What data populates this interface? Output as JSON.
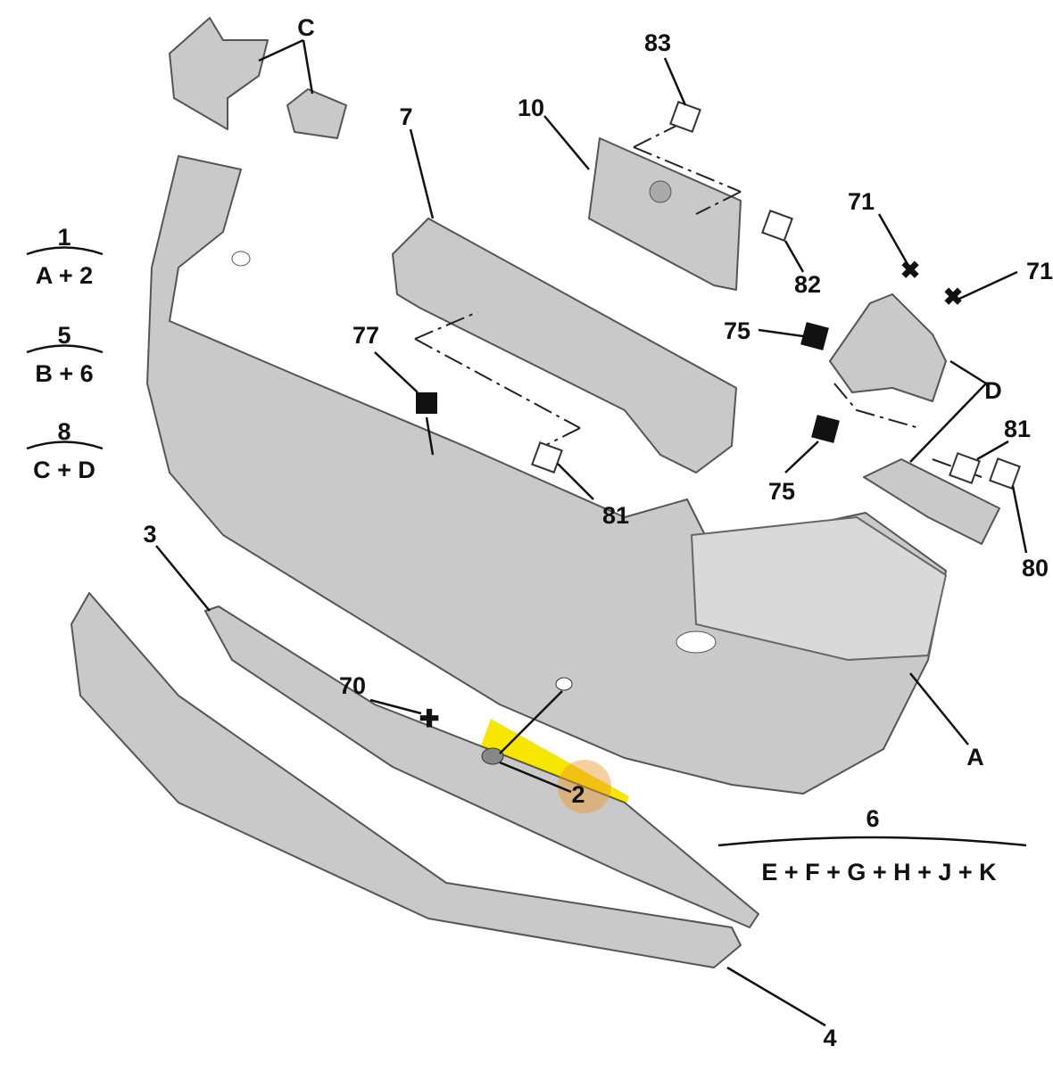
{
  "diagram": {
    "title": "Rear bumper exploded parts diagram",
    "highlight_color": "#f7e600",
    "labels": {
      "c": "C",
      "p83": "83",
      "p10": "10",
      "p7": "7",
      "p77": "77",
      "p75a": "75",
      "p75b": "75",
      "p71a": "71",
      "p71b": "71",
      "p82": "82",
      "d": "D",
      "p81a": "81",
      "p81b": "81",
      "p80": "80",
      "p3": "3",
      "p70": "70",
      "p2": "2",
      "a": "A",
      "p4": "4"
    },
    "assemblies": [
      {
        "top": "1",
        "bottom": "A + 2"
      },
      {
        "top": "5",
        "bottom": "B + 6"
      },
      {
        "top": "8",
        "bottom": "C + D"
      },
      {
        "top": "6",
        "bottom": "E + F + G + H + J + K"
      }
    ]
  }
}
